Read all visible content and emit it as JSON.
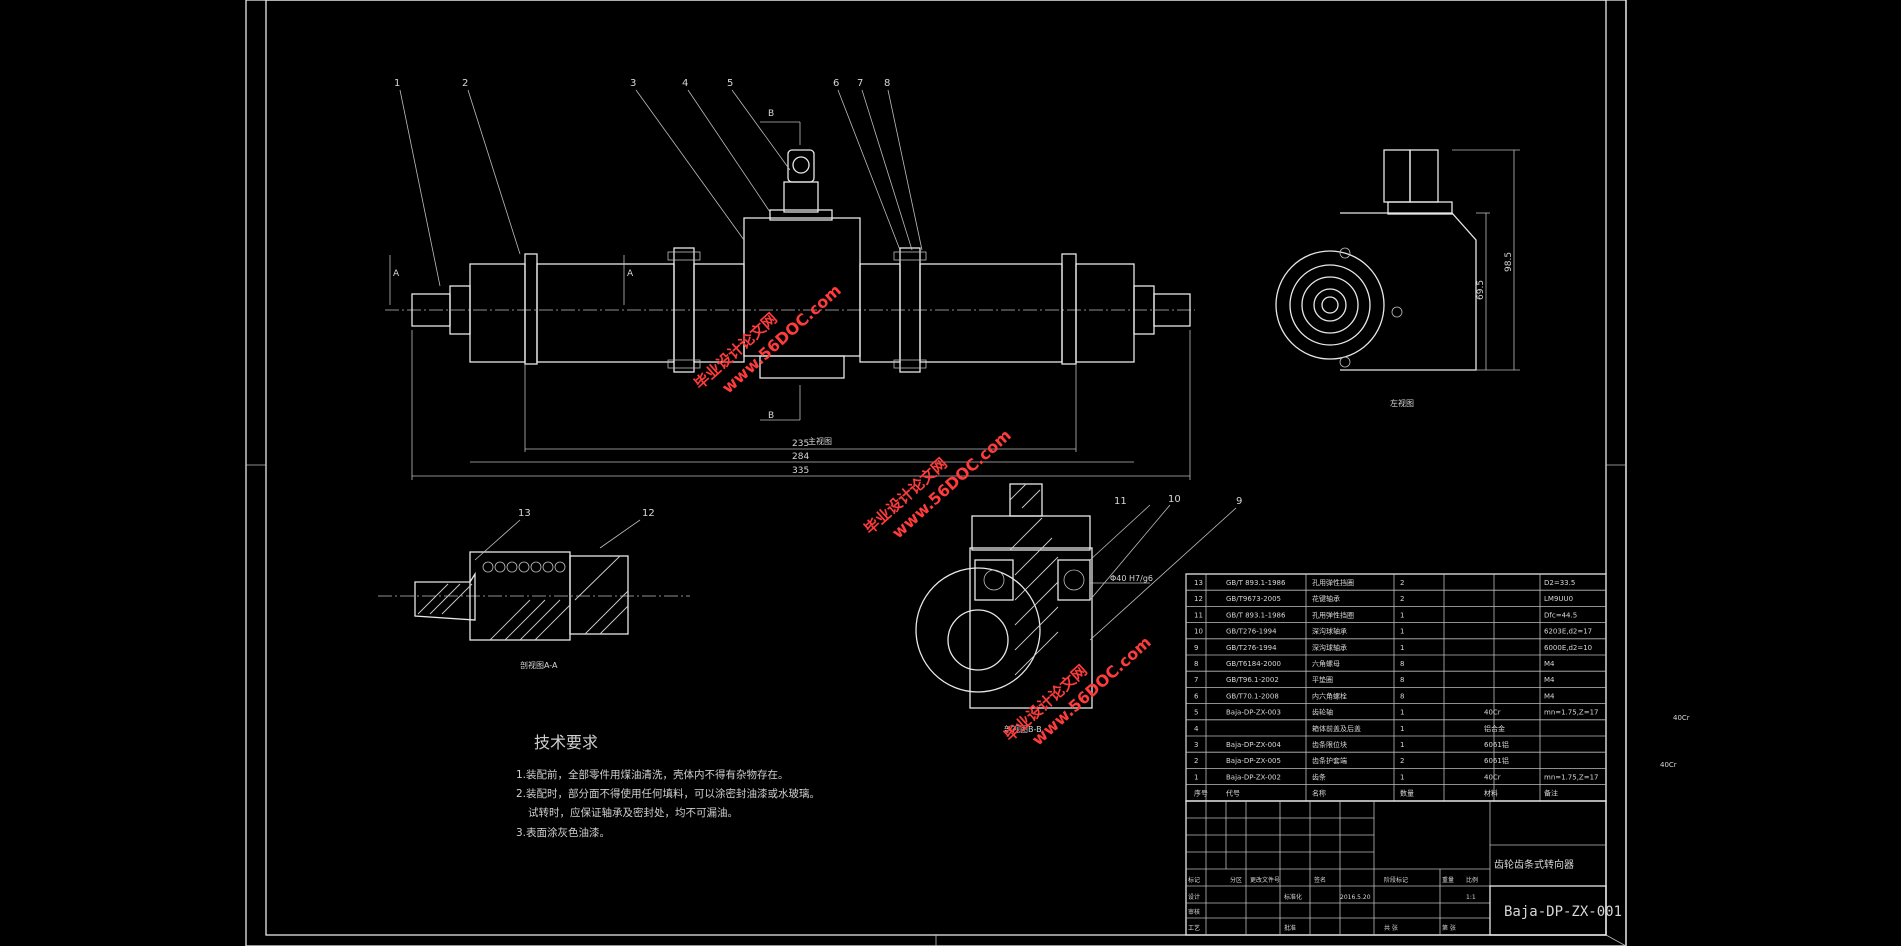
{
  "balloons": [
    "1",
    "2",
    "3",
    "4",
    "5",
    "6",
    "7",
    "8",
    "9",
    "10",
    "11",
    "12",
    "13"
  ],
  "section_marks": {
    "a": "A",
    "b": "B"
  },
  "dimensions": {
    "d1": "235",
    "d2": "284",
    "d3": "335",
    "side_h1": "69.5",
    "side_h2": "98.5",
    "fit": "Φ40 H7/g6"
  },
  "view_labels": {
    "front": "主视图",
    "side": "左视图",
    "section_a": "剖视图A-A",
    "section_b": "剖视图B-B"
  },
  "watermarks": [
    {
      "cn": "毕业设计论文网",
      "url": "www.56DOC.com"
    },
    {
      "cn": "毕业设计论文网",
      "url": "www.56DOC.com"
    },
    {
      "cn": "毕业设计论文网",
      "url": "www.56DOC.com"
    }
  ],
  "tech_requirements": {
    "title": "技术要求",
    "lines": [
      "1.装配前，全部零件用煤油清洗，壳体内不得有杂物存在。",
      "2.装配时，部分面不得使用任何填料，可以涂密封油漆或水玻璃。",
      "试转时，应保证轴承及密封处，均不可漏油。",
      "3.表面涂灰色油漆。"
    ]
  },
  "bom": {
    "rows": [
      {
        "no": "13",
        "code": "GB/T 893.1-1986",
        "name": "孔用弹性挡圈",
        "qty": "2",
        "mat": "",
        "note": "D2=33.5"
      },
      {
        "no": "12",
        "code": "GB/T9673-2005",
        "name": "花键轴承",
        "qty": "2",
        "mat": "",
        "note": "LM9UU0"
      },
      {
        "no": "11",
        "code": "GB/T 893.1-1986",
        "name": "孔用弹性挡圈",
        "qty": "1",
        "mat": "",
        "note": "Dfc=44.5"
      },
      {
        "no": "10",
        "code": "GB/T276-1994",
        "name": "深沟球轴承",
        "qty": "1",
        "mat": "",
        "note": "6203E,d2=17"
      },
      {
        "no": "9",
        "code": "GB/T276-1994",
        "name": "深沟球轴承",
        "qty": "1",
        "mat": "",
        "note": "6000E,d2=10"
      },
      {
        "no": "8",
        "code": "GB/T6184-2000",
        "name": "六角螺母",
        "qty": "8",
        "mat": "",
        "note": "M4"
      },
      {
        "no": "7",
        "code": "GB/T96.1-2002",
        "name": "平垫圈",
        "qty": "8",
        "mat": "",
        "note": "M4"
      },
      {
        "no": "6",
        "code": "GB/T70.1-2008",
        "name": "内六角螺栓",
        "qty": "8",
        "mat": "",
        "note": "M4"
      },
      {
        "no": "5",
        "code": "Baja-DP-ZX-003",
        "name": "齿轮轴",
        "qty": "1",
        "mat": "40Cr",
        "note": "mn=1.75,Z=17"
      },
      {
        "no": "4",
        "code": "",
        "name": "箱体前盖及后盖",
        "qty": "1",
        "mat": "铝合金",
        "note": ""
      },
      {
        "no": "3",
        "code": "Baja-DP-ZX-004",
        "name": "齿条限位块",
        "qty": "1",
        "mat": "6061铝",
        "note": ""
      },
      {
        "no": "2",
        "code": "Baja-DP-ZX-005",
        "name": "齿条护套端",
        "qty": "2",
        "mat": "6061铝",
        "note": ""
      },
      {
        "no": "1",
        "code": "Baja-DP-ZX-002",
        "name": "齿条",
        "qty": "1",
        "mat": "40Cr",
        "note": "mn=1.75,Z=17"
      }
    ],
    "header": {
      "no": "序号",
      "code": "代号",
      "name": "名称",
      "qty": "数量",
      "mat": "材料",
      "note": "备注"
    }
  },
  "title_block": {
    "title": "齿轮齿条式转向器",
    "drawing_no": "Baja-DP-ZX-001",
    "labels": {
      "mark": "标记",
      "zones": "分区",
      "change_doc": "更改文件号",
      "sign": "签名",
      "design": "设计",
      "std": "标准化",
      "stage": "阶段标记",
      "weight": "重量",
      "scale": "比例",
      "check": "审核",
      "process": "工艺",
      "approve": "批准",
      "scale_val": "1:1",
      "sheet_total": "共 张",
      "sheet_no": "第 张",
      "date_val": "2016.5.20"
    }
  },
  "margin_notes": [
    "40Cr",
    "40Cr"
  ]
}
